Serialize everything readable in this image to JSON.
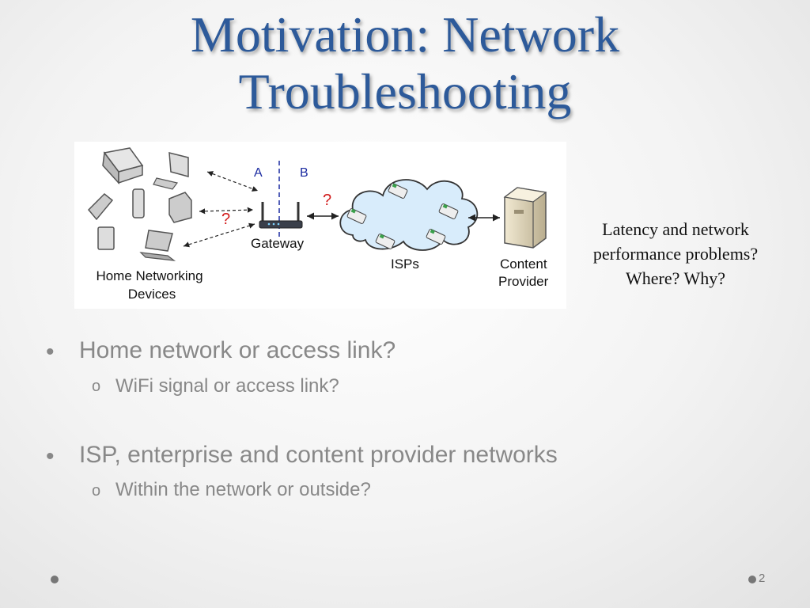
{
  "slide": {
    "title_line1": "Motivation: Network",
    "title_line2": "Troubleshooting",
    "page_number": "2"
  },
  "diagram": {
    "label_a": "A",
    "label_b": "B",
    "gateway_label": "Gateway",
    "isps_label": "ISPs",
    "home_label_line1": "Home Networking",
    "home_label_line2": "Devices",
    "provider_label_line1": "Content",
    "provider_label_line2": "Provider",
    "question_mark": "?",
    "colors": {
      "question": "#d11a1a",
      "divider": "#1a2aa0",
      "cloud": "#d8ecfb"
    },
    "caption_line1": "Latency and network",
    "caption_line2": "performance problems?",
    "caption_line3": "Where? Why?"
  },
  "bullets": [
    {
      "text": "Home network or access link?",
      "sub": "WiFi signal or access link?"
    },
    {
      "text": "ISP, enterprise and content provider networks",
      "sub": "Within the network or outside?"
    }
  ],
  "markers": {
    "level1": "•",
    "level2": "o"
  }
}
